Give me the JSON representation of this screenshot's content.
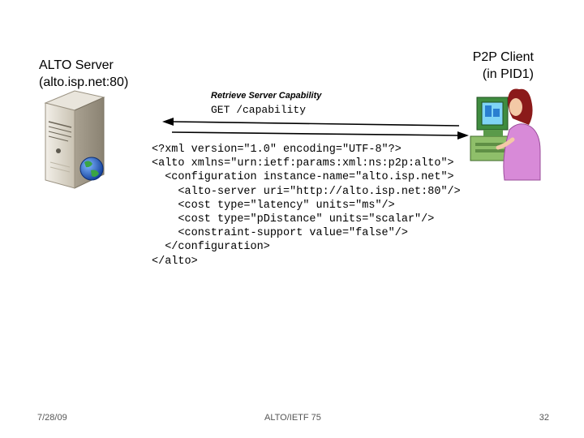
{
  "server": {
    "label": "ALTO Server\n(alto.isp.net:80)"
  },
  "client": {
    "label": "P2P Client\n(in PID1)"
  },
  "request": {
    "title": "Retrieve Server Capability",
    "line": "GET /capability"
  },
  "response_lines": [
    "<?xml version=\"1.0\" encoding=\"UTF-8\"?>",
    "<alto xmlns=\"urn:ietf:params:xml:ns:p2p:alto\">",
    "  <configuration instance-name=\"alto.isp.net\">",
    "    <alto-server uri=\"http://alto.isp.net:80\"/>",
    "    <cost type=\"latency\" units=\"ms\"/>",
    "    <cost type=\"pDistance\" units=\"scalar\"/>",
    "    <constraint-support value=\"false\"/>",
    "  </configuration>",
    "</alto>"
  ],
  "footer": {
    "date": "7/28/09",
    "center": "ALTO/IETF 75",
    "page": "32"
  },
  "icons": {
    "server": "server-icon",
    "globe": "globe-icon",
    "client": "person-at-computer-icon"
  },
  "colors": {
    "server_body": "#d8d2c4",
    "globe": "#1f5fbf",
    "client_shirt": "#d88ad8",
    "client_hair": "#8b1a1a",
    "monitor_screen": "#7fd4f5"
  }
}
